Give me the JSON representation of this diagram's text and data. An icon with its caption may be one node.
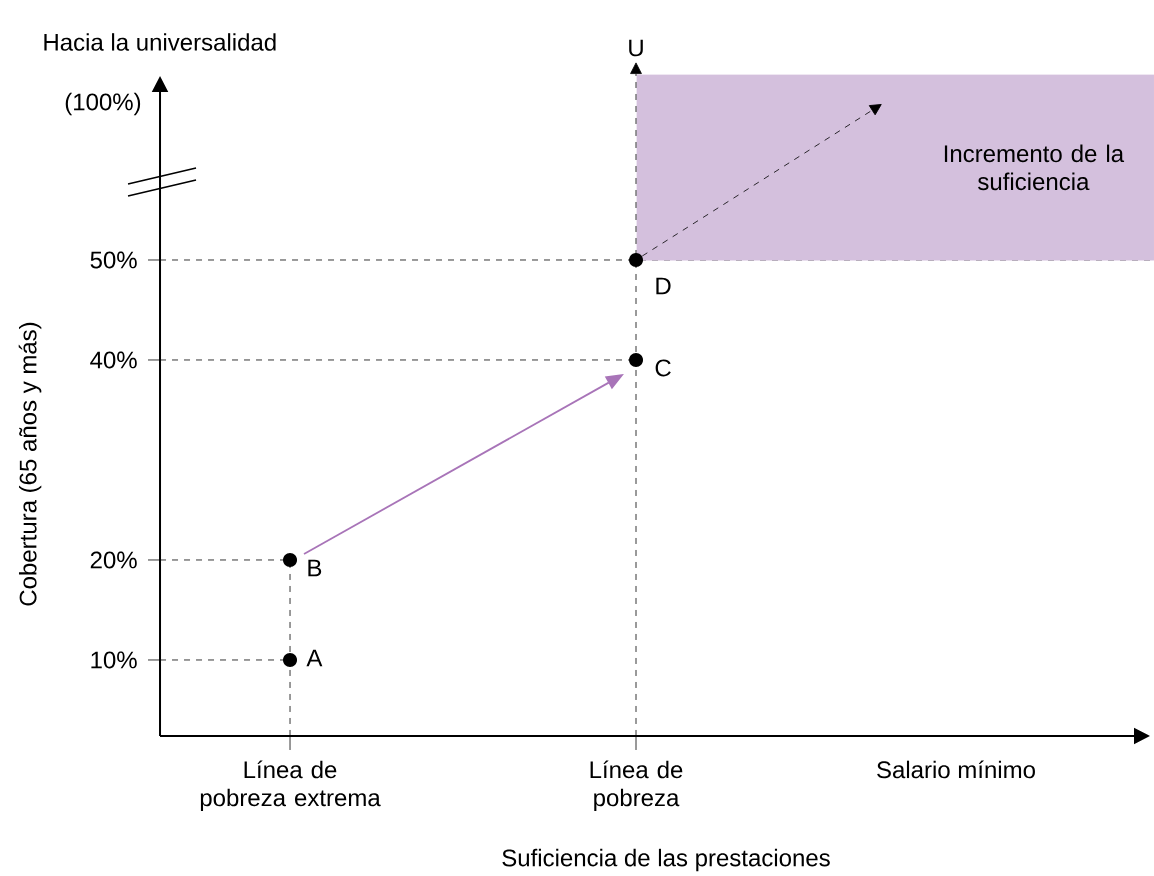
{
  "diagram": {
    "nodes": [
      {
        "text": [
          "Incremento de la suficiencia"
        ]
      },
      {
        "text": [],
        "shape": "circle",
        "beside": [
          "D"
        ]
      },
      {
        "text": [],
        "shape": "circle",
        "beside": [
          "C"
        ]
      },
      {
        "text": [],
        "shape": "circle",
        "beside": [
          "B"
        ]
      },
      {
        "text": [],
        "shape": "circle",
        "beside": [
          "A"
        ]
      }
    ],
    "edges": [
      {
        "from": 3,
        "to": 2,
        "arrow": "to",
        "color": "#a874b8"
      },
      {
        "from": 1,
        "to": 0,
        "arrow": "to",
        "style": "dashed",
        "color": "#000000"
      }
    ],
    "labels": [
      "Hacia la universalidad",
      "U",
      "(100%)",
      "50%",
      "40%",
      "20%",
      "10%",
      "Cobertura (65 años y más)",
      "Línea de pobreza extrema",
      "Línea de pobreza",
      "Salario mínimo",
      "Suficiencia de las prestaciones"
    ]
  }
}
